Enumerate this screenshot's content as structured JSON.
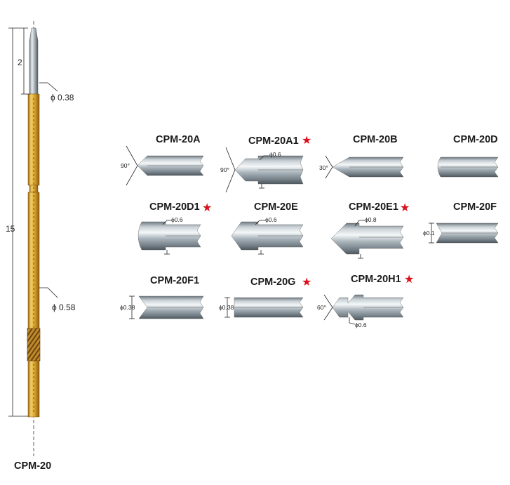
{
  "main_probe": {
    "label": "CPM-20",
    "length_dim": "15",
    "tip_length_dim": "2",
    "tip_diameter": "ϕ 0.38",
    "barrel_diameter": "ϕ 0.58",
    "colors": {
      "barrel": "#e3b13a",
      "plunger": "#b9c3c9",
      "knurl": "#8a5a18"
    }
  },
  "tips": [
    {
      "name": "CPM-20A",
      "starred": false,
      "angle": "90°",
      "diameter": ""
    },
    {
      "name": "CPM-20A1",
      "starred": true,
      "angle": "90°",
      "diameter": "ϕ0.6"
    },
    {
      "name": "CPM-20B",
      "starred": false,
      "angle": "30°",
      "diameter": ""
    },
    {
      "name": "CPM-20D",
      "starred": false,
      "angle": "",
      "diameter": ""
    },
    {
      "name": "CPM-20D1",
      "starred": true,
      "angle": "",
      "diameter": "ϕ0.6"
    },
    {
      "name": "CPM-20E",
      "starred": false,
      "angle": "",
      "diameter": "ϕ0.6"
    },
    {
      "name": "CPM-20E1",
      "starred": true,
      "angle": "",
      "diameter": "ϕ0.8"
    },
    {
      "name": "CPM-20F",
      "starred": false,
      "angle": "",
      "diameter": "ϕ0.1"
    },
    {
      "name": "CPM-20F1",
      "starred": false,
      "angle": "",
      "diameter": "ϕ0.38"
    },
    {
      "name": "CPM-20G",
      "starred": true,
      "angle": "",
      "diameter": "ϕ0.38"
    },
    {
      "name": "CPM-20H1",
      "starred": true,
      "angle": "60°",
      "diameter": "ϕ0.6"
    }
  ],
  "star_color": "#d8101c"
}
